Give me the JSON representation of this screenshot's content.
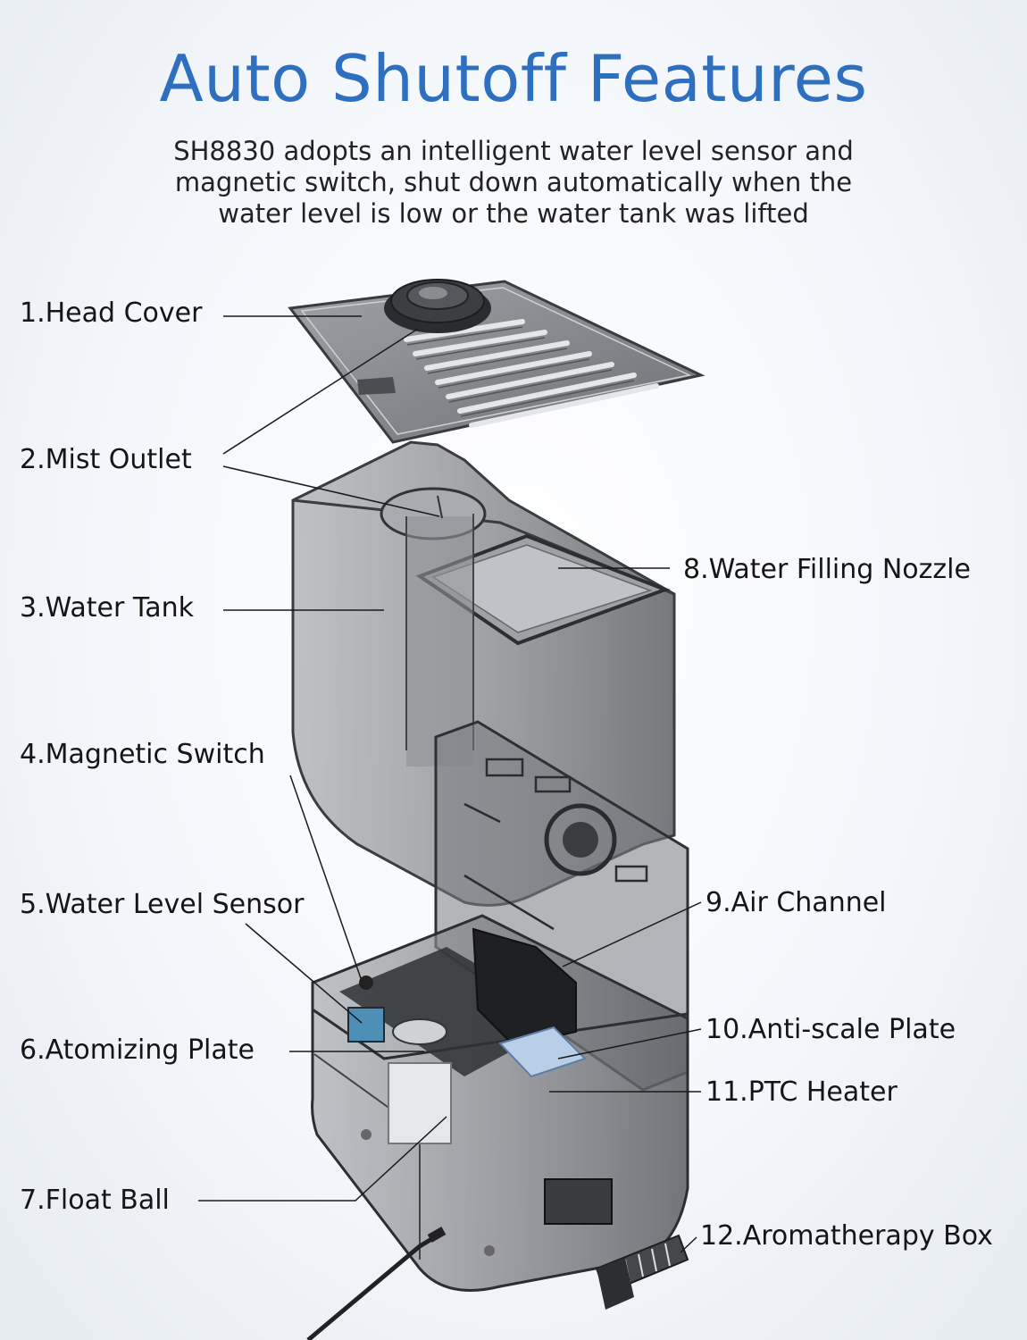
{
  "header": {
    "title": "Auto Shutoff Features",
    "subtitle_lines": [
      "SH8830 adopts an intelligent water level sensor and",
      "magnetic switch, shut down automatically when the",
      "water level is low or the water tank was lifted"
    ]
  },
  "parts": {
    "left": [
      "1.Head Cover",
      "2.Mist Outlet",
      "3.Water Tank",
      "4.Magnetic Switch",
      "5.Water Level Sensor",
      "6.Atomizing Plate",
      "7.Float Ball"
    ],
    "right": [
      "8.Water Filling Nozzle",
      "9.Air Channel",
      "10.Anti-scale Plate",
      "11.PTC Heater",
      "12.Aromatherapy Box"
    ]
  }
}
